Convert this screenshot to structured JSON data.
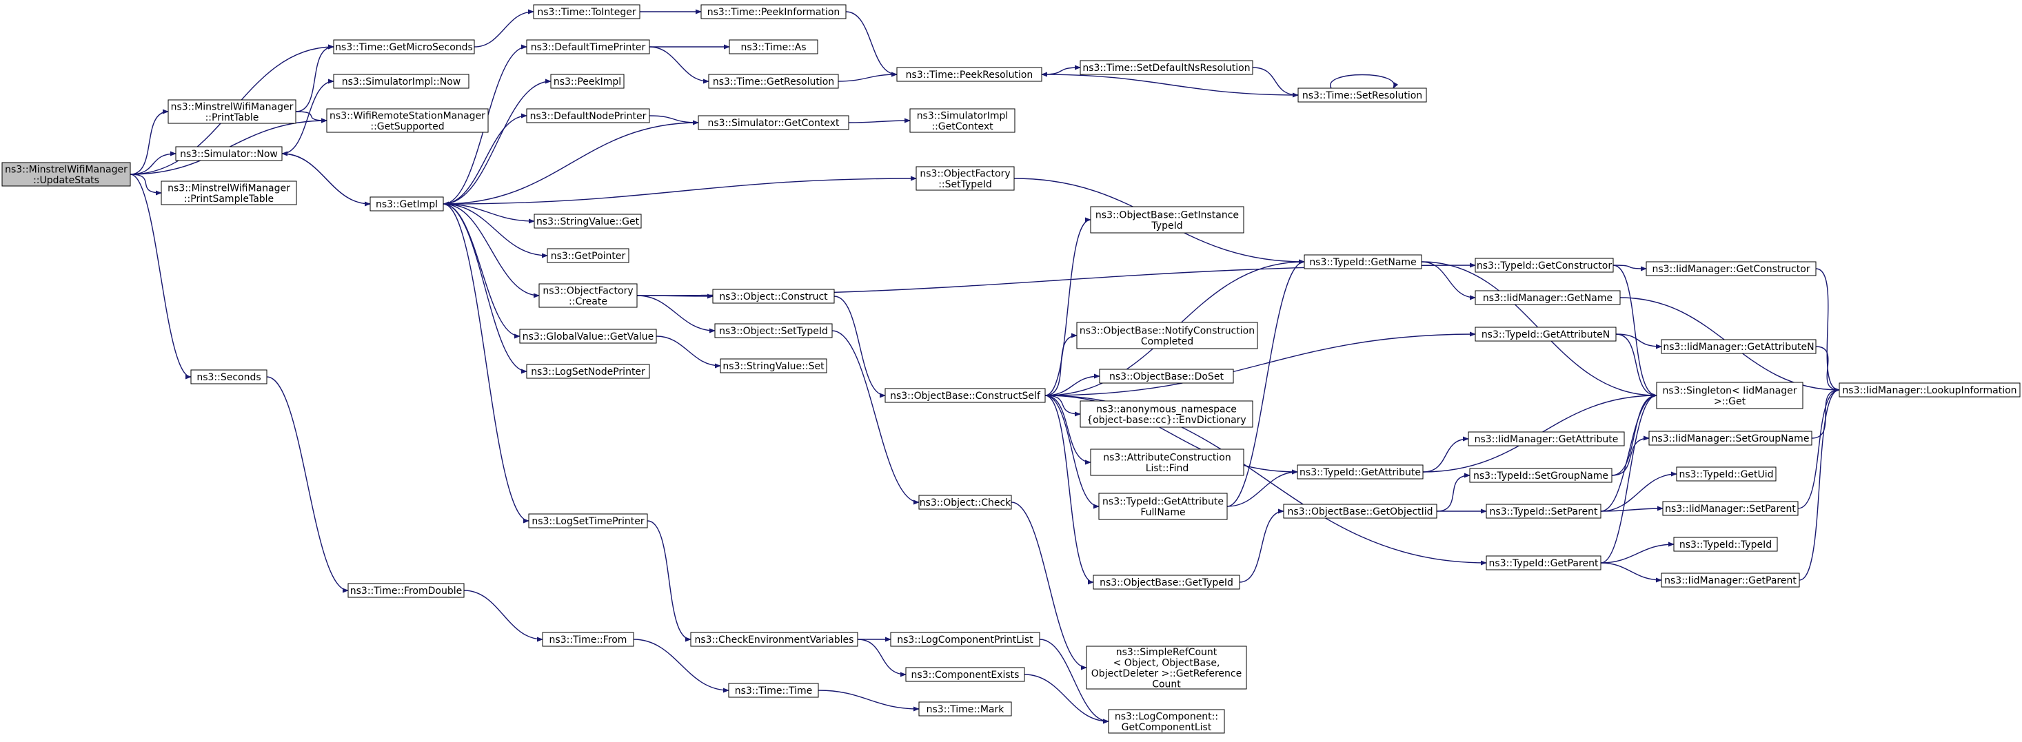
{
  "colors": {
    "edge": "#191970",
    "root_fill": "#bfbfbf",
    "node_fill": "#ffffff",
    "node_stroke": "#000000"
  },
  "nodes": {
    "update_stats": [
      "ns3::MinstrelWifiManager",
      "::UpdateStats"
    ],
    "print_table": [
      "ns3::MinstrelWifiManager",
      "::PrintTable"
    ],
    "simulator_now": [
      "ns3::Simulator::Now"
    ],
    "print_sample_table": [
      "ns3::MinstrelWifiManager",
      "::PrintSampleTable"
    ],
    "seconds": [
      "ns3::Seconds"
    ],
    "get_micro_seconds": [
      "ns3::Time::GetMicroSeconds"
    ],
    "simulatorimpl_now": [
      "ns3::SimulatorImpl::Now"
    ],
    "get_supported": [
      "ns3::WifiRemoteStationManager",
      "::GetSupported"
    ],
    "get_impl": [
      "ns3::GetImpl"
    ],
    "time_to_integer": [
      "ns3::Time::ToInteger"
    ],
    "default_time_printer": [
      "ns3::DefaultTimePrinter"
    ],
    "peek_impl": [
      "ns3::PeekImpl"
    ],
    "default_node_printer": [
      "ns3::DefaultNodePrinter"
    ],
    "stringvalue_get": [
      "ns3::StringValue::Get"
    ],
    "get_pointer": [
      "ns3::GetPointer"
    ],
    "objectfactory_create": [
      "ns3::ObjectFactory",
      "::Create"
    ],
    "globalvalue_getvalue": [
      "ns3::GlobalValue::GetValue"
    ],
    "log_set_node_printer": [
      "ns3::LogSetNodePrinter"
    ],
    "log_set_time_printer": [
      "ns3::LogSetTimePrinter"
    ],
    "time_from_double": [
      "ns3::Time::FromDouble"
    ],
    "time_from": [
      "ns3::Time::From"
    ],
    "time_peek_information": [
      "ns3::Time::PeekInformation"
    ],
    "time_as": [
      "ns3::Time::As"
    ],
    "time_get_resolution": [
      "ns3::Time::GetResolution"
    ],
    "simulator_get_context": [
      "ns3::Simulator::GetContext"
    ],
    "object_construct": [
      "ns3::Object::Construct"
    ],
    "object_set_type_id": [
      "ns3::Object::SetTypeId"
    ],
    "stringvalue_set": [
      "ns3::StringValue::Set"
    ],
    "check_env_vars": [
      "ns3::CheckEnvironmentVariables"
    ],
    "time_time": [
      "ns3::Time::Time"
    ],
    "time_peek_resolution": [
      "ns3::Time::PeekResolution"
    ],
    "simulatorimpl_get_context": [
      "ns3::SimulatorImpl",
      "::GetContext"
    ],
    "objectfactory_set_type_id": [
      "ns3::ObjectFactory",
      "::SetTypeId"
    ],
    "objectbase_construct_self": [
      "ns3::ObjectBase::ConstructSelf"
    ],
    "object_check": [
      "ns3::Object::Check"
    ],
    "log_component_print_list": [
      "ns3::LogComponentPrintList"
    ],
    "component_exists": [
      "ns3::ComponentExists"
    ],
    "time_mark": [
      "ns3::Time::Mark"
    ],
    "set_default_ns_resolution": [
      "ns3::Time::SetDefaultNsResolution"
    ],
    "get_instance_type_id": [
      "ns3::ObjectBase::GetInstance",
      "TypeId"
    ],
    "notify_construction_completed": [
      "ns3::ObjectBase::NotifyConstruction",
      "Completed"
    ],
    "objectbase_doset": [
      "ns3::ObjectBase::DoSet"
    ],
    "env_dictionary": [
      "ns3::anonymous_namespace",
      "{object-base::cc}::EnvDictionary"
    ],
    "attribute_construction_list_find": [
      "ns3::AttributeConstruction",
      "List::Find"
    ],
    "get_attribute_full_name": [
      "ns3::TypeId::GetAttribute",
      "FullName"
    ],
    "objectbase_get_type_id": [
      "ns3::ObjectBase::GetTypeId"
    ],
    "simple_ref_count": [
      "ns3::SimpleRefCount",
      "< Object, ObjectBase,",
      " ObjectDeleter >::GetReference",
      "Count"
    ],
    "get_component_list": [
      "ns3::LogComponent::",
      "GetComponentList"
    ],
    "time_set_resolution": [
      "ns3::Time::SetResolution"
    ],
    "typeid_get_name": [
      "ns3::TypeId::GetName"
    ],
    "typeid_get_attribute": [
      "ns3::TypeId::GetAttribute"
    ],
    "objectbase_get_object_iid": [
      "ns3::ObjectBase::GetObjectIid"
    ],
    "typeid_get_constructor": [
      "ns3::TypeId::GetConstructor"
    ],
    "iidmanager_get_name": [
      "ns3::IidManager::GetName"
    ],
    "typeid_get_attribute_n": [
      "ns3::TypeId::GetAttributeN"
    ],
    "iidmanager_get_attribute": [
      "ns3::IidManager::GetAttribute"
    ],
    "typeid_set_group_name": [
      "ns3::TypeId::SetGroupName"
    ],
    "typeid_set_parent": [
      "ns3::TypeId::SetParent"
    ],
    "typeid_get_parent": [
      "ns3::TypeId::GetParent"
    ],
    "iidmanager_get_constructor": [
      "ns3::IidManager::GetConstructor"
    ],
    "iidmanager_get_attribute_n": [
      "ns3::IidManager::GetAttributeN"
    ],
    "singleton_get": [
      "ns3::Singleton< IidManager",
      " >::Get"
    ],
    "iidmanager_set_group_name": [
      "ns3::IidManager::SetGroupName"
    ],
    "typeid_get_uid": [
      "ns3::TypeId::GetUid"
    ],
    "iidmanager_set_parent": [
      "ns3::IidManager::SetParent"
    ],
    "typeid_typeid": [
      "ns3::TypeId::TypeId"
    ],
    "iidmanager_get_parent": [
      "ns3::IidManager::GetParent"
    ],
    "lookup_information": [
      "ns3::IidManager::LookupInformation"
    ]
  },
  "edges": [
    [
      "update_stats",
      "get_micro_seconds"
    ],
    [
      "update_stats",
      "print_table"
    ],
    [
      "update_stats",
      "simulator_now"
    ],
    [
      "update_stats",
      "print_sample_table"
    ],
    [
      "update_stats",
      "get_supported"
    ],
    [
      "update_stats",
      "seconds"
    ],
    [
      "print_table",
      "get_micro_seconds"
    ],
    [
      "print_table",
      "get_supported"
    ],
    [
      "simulator_now",
      "simulatorimpl_now"
    ],
    [
      "simulator_now",
      "get_impl"
    ],
    [
      "get_impl",
      "simulator_now"
    ],
    [
      "get_impl",
      "default_time_printer"
    ],
    [
      "get_impl",
      "peek_impl"
    ],
    [
      "get_impl",
      "default_node_printer"
    ],
    [
      "get_impl",
      "stringvalue_get"
    ],
    [
      "get_impl",
      "get_pointer"
    ],
    [
      "get_impl",
      "objectfactory_create"
    ],
    [
      "get_impl",
      "globalvalue_getvalue"
    ],
    [
      "get_impl",
      "log_set_node_printer"
    ],
    [
      "get_impl",
      "log_set_time_printer"
    ],
    [
      "get_impl",
      "objectfactory_set_type_id"
    ],
    [
      "get_micro_seconds",
      "time_to_integer"
    ],
    [
      "time_to_integer",
      "time_peek_information"
    ],
    [
      "time_peek_information",
      "time_peek_resolution"
    ],
    [
      "default_time_printer",
      "time_as"
    ],
    [
      "default_time_printer",
      "time_get_resolution"
    ],
    [
      "time_get_resolution",
      "time_peek_resolution"
    ],
    [
      "time_peek_resolution",
      "set_default_ns_resolution"
    ],
    [
      "set_default_ns_resolution",
      "time_set_resolution"
    ],
    [
      "time_set_resolution",
      "time_peek_resolution"
    ],
    [
      "time_set_resolution",
      "time_set_resolution"
    ],
    [
      "default_node_printer",
      "simulator_get_context"
    ],
    [
      "simulator_get_context",
      "simulatorimpl_get_context"
    ],
    [
      "simulator_get_context",
      "get_impl"
    ],
    [
      "objectfactory_set_type_id",
      "typeid_get_name"
    ],
    [
      "objectfactory_create",
      "object_construct"
    ],
    [
      "objectfactory_create",
      "object_set_type_id"
    ],
    [
      "objectfactory_create",
      "typeid_get_constructor"
    ],
    [
      "object_construct",
      "objectbase_construct_self"
    ],
    [
      "object_set_type_id",
      "object_check"
    ],
    [
      "globalvalue_getvalue",
      "stringvalue_set"
    ],
    [
      "objectbase_construct_self",
      "get_instance_type_id"
    ],
    [
      "objectbase_construct_self",
      "typeid_get_name"
    ],
    [
      "objectbase_construct_self",
      "typeid_get_attribute_n"
    ],
    [
      "objectbase_construct_self",
      "notify_construction_completed"
    ],
    [
      "objectbase_construct_self",
      "objectbase_doset"
    ],
    [
      "objectbase_construct_self",
      "env_dictionary"
    ],
    [
      "objectbase_construct_self",
      "attribute_construction_list_find"
    ],
    [
      "objectbase_construct_self",
      "get_attribute_full_name"
    ],
    [
      "objectbase_construct_self",
      "typeid_get_attribute"
    ],
    [
      "objectbase_construct_self",
      "objectbase_get_type_id"
    ],
    [
      "objectbase_construct_self",
      "typeid_get_parent"
    ],
    [
      "get_attribute_full_name",
      "typeid_get_name"
    ],
    [
      "get_attribute_full_name",
      "typeid_get_attribute"
    ],
    [
      "objectbase_get_type_id",
      "objectbase_get_object_iid"
    ],
    [
      "typeid_get_name",
      "iidmanager_get_name"
    ],
    [
      "typeid_get_name",
      "singleton_get"
    ],
    [
      "typeid_get_constructor",
      "iidmanager_get_constructor"
    ],
    [
      "typeid_get_constructor",
      "singleton_get"
    ],
    [
      "typeid_get_attribute_n",
      "iidmanager_get_attribute_n"
    ],
    [
      "typeid_get_attribute_n",
      "singleton_get"
    ],
    [
      "typeid_get_attribute",
      "iidmanager_get_attribute"
    ],
    [
      "typeid_get_attribute",
      "singleton_get"
    ],
    [
      "objectbase_get_object_iid",
      "typeid_set_group_name"
    ],
    [
      "objectbase_get_object_iid",
      "typeid_set_parent"
    ],
    [
      "typeid_set_group_name",
      "iidmanager_set_group_name"
    ],
    [
      "typeid_set_group_name",
      "singleton_get"
    ],
    [
      "typeid_set_parent",
      "typeid_get_uid"
    ],
    [
      "typeid_set_parent",
      "iidmanager_set_parent"
    ],
    [
      "typeid_set_parent",
      "singleton_get"
    ],
    [
      "typeid_get_parent",
      "typeid_typeid"
    ],
    [
      "typeid_get_parent",
      "iidmanager_get_parent"
    ],
    [
      "typeid_get_parent",
      "singleton_get"
    ],
    [
      "iidmanager_get_name",
      "lookup_information"
    ],
    [
      "iidmanager_get_constructor",
      "lookup_information"
    ],
    [
      "iidmanager_get_attribute_n",
      "lookup_information"
    ],
    [
      "iidmanager_set_group_name",
      "lookup_information"
    ],
    [
      "iidmanager_set_parent",
      "lookup_information"
    ],
    [
      "iidmanager_get_parent",
      "lookup_information"
    ],
    [
      "log_set_time_printer",
      "check_env_vars"
    ],
    [
      "check_env_vars",
      "log_component_print_list"
    ],
    [
      "check_env_vars",
      "component_exists"
    ],
    [
      "log_component_print_list",
      "get_component_list"
    ],
    [
      "component_exists",
      "get_component_list"
    ],
    [
      "object_check",
      "simple_ref_count"
    ],
    [
      "seconds",
      "time_from_double"
    ],
    [
      "time_from_double",
      "time_from"
    ],
    [
      "time_from",
      "time_time"
    ],
    [
      "time_time",
      "time_mark"
    ]
  ]
}
